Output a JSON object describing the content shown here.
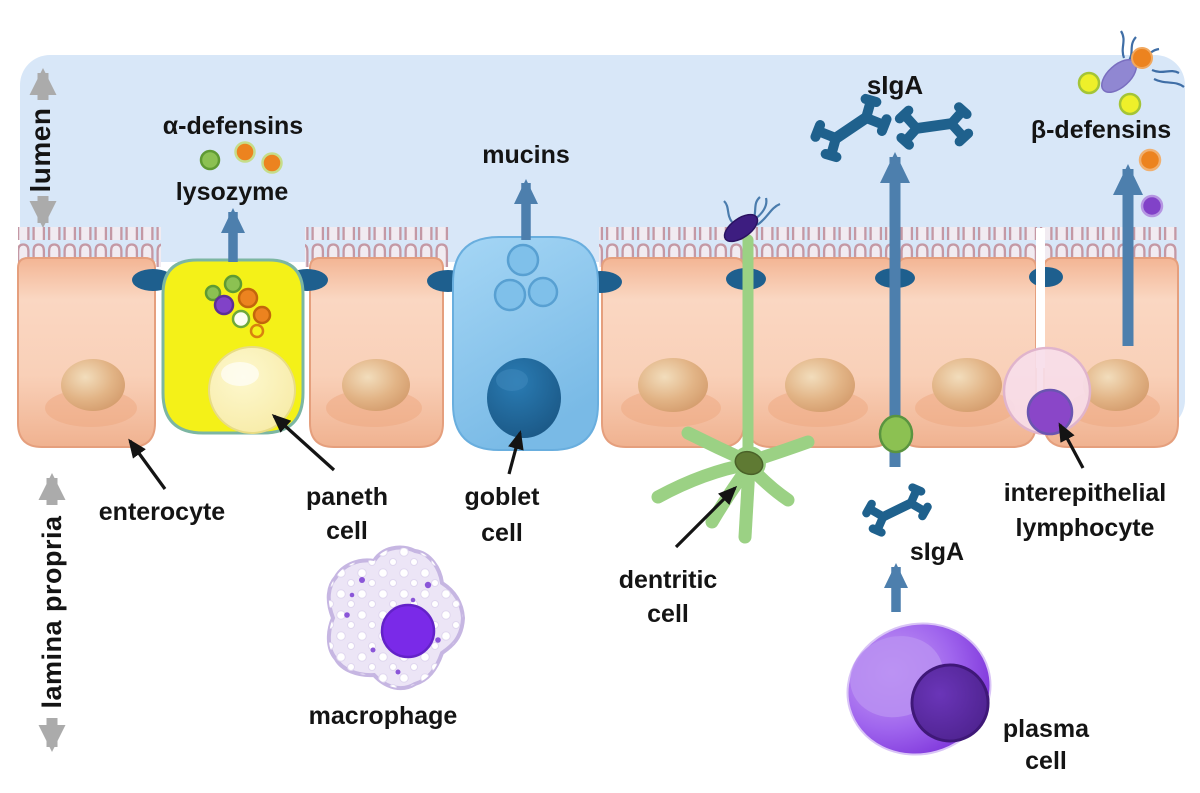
{
  "figure": {
    "description": "Intestinal mucosal immune defense diagram",
    "regions": {
      "lumen": "lumen",
      "lamina_propria": "lamina propria"
    },
    "molecules": {
      "alpha_defensins": "α-defensins",
      "lysozyme": "lysozyme",
      "mucins": "mucins",
      "siga_lumen": "sIgA",
      "beta_defensins": "β-defensins",
      "siga_lamina": "sIgA"
    },
    "cells": {
      "enterocyte": "enterocyte",
      "paneth": [
        "paneth",
        "cell"
      ],
      "goblet": [
        "goblet",
        "cell"
      ],
      "dendritic": [
        "dentritic",
        "cell"
      ],
      "macrophage": "macrophage",
      "iel": [
        "interepithelial",
        "lymphocyte"
      ],
      "plasma": [
        "plasma",
        "cell"
      ]
    },
    "colors": {
      "lumen_fill": "#d8e7f8",
      "epithelium_fill": "#f8cdb2",
      "epithelium_border": "#e59f7d",
      "nucleus_tan": "#d99e6e",
      "microvilli": "#c498a4",
      "tight_junction": "#1e5f8e",
      "arrow_blue": "#4d7fad",
      "antibody_blue": "#1f618d",
      "paneth_yellow": "#f4f118",
      "goblet_blue": "#7ec1ec",
      "goblet_nucleus": "#1f6aa0",
      "dendritic_green": "#9bd184",
      "macrophage_lavender": "#c6b6e2",
      "macrophage_nucleus": "#7a2ae8",
      "plasma_purple": "#7a2fd8",
      "iel_nucleus": "#8a46c8",
      "defensin_green": "#8cc152",
      "defensin_orange": "#ec831f",
      "defensin_yellow": "#eef02a",
      "defensin_purple": "#8142c8",
      "range_arrow_gray": "#ababab",
      "label_text": "#141414"
    }
  }
}
